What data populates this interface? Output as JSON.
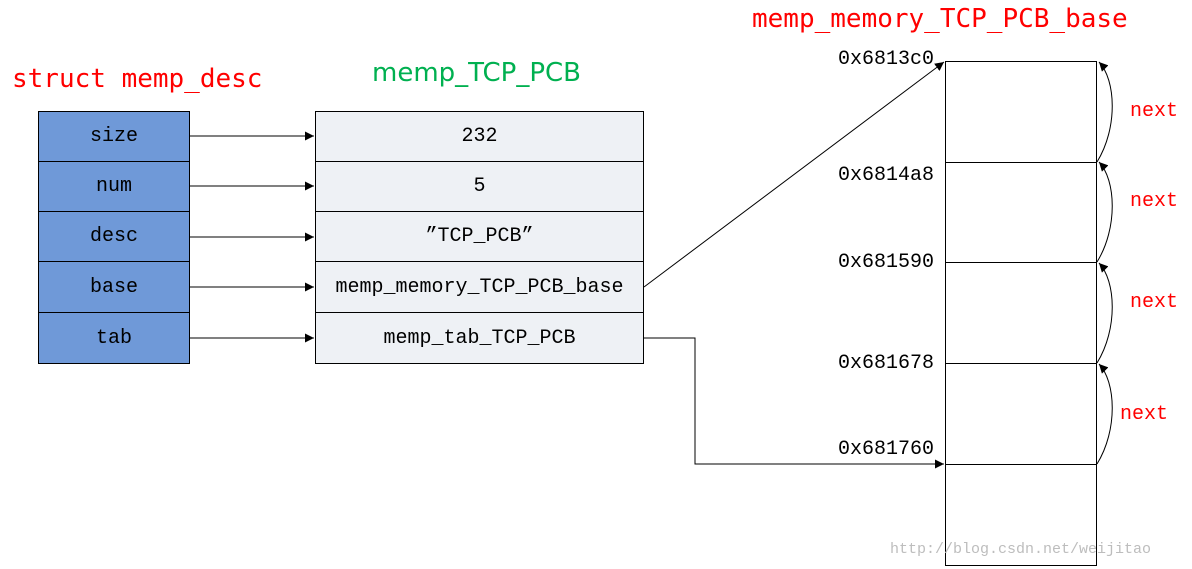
{
  "titles": {
    "desc": "struct memp_desc",
    "pcb": "memp_TCP_PCB",
    "memory": "memp_memory_TCP_PCB_base"
  },
  "desc_fields": [
    "size",
    "num",
    "desc",
    "base",
    "tab"
  ],
  "pcb_values": [
    "232",
    "5",
    "”TCP_PCB”",
    "memp_memory_TCP_PCB_base",
    "memp_tab_TCP_PCB"
  ],
  "addresses": [
    "0x6813c0",
    "0x6814a8",
    "0x681590",
    "0x681678",
    "0x681760"
  ],
  "next_labels": [
    "next",
    "next",
    "next",
    "next"
  ],
  "watermark": "http://blog.csdn.net/weijitao",
  "colors": {
    "desc_fill": "#6f99d8",
    "pcb_fill": "#eef1f5",
    "title_red": "#ff0000",
    "title_green": "#00b050",
    "next_red": "#ff0000"
  }
}
